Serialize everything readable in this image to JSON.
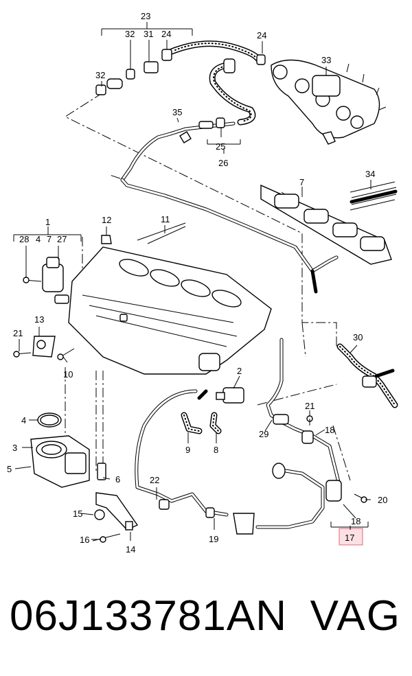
{
  "diagram": {
    "callouts": {
      "c1": "1",
      "c2": "2",
      "c3": "3",
      "c4": "4",
      "c4b": "4",
      "c5": "5",
      "c6": "6",
      "c7a": "7",
      "c7b": "7",
      "c8": "8",
      "c9": "9",
      "c10": "10",
      "c11": "11",
      "c12": "12",
      "c13": "13",
      "c14": "14",
      "c15": "15",
      "c16": "16",
      "c17": "17",
      "c18a": "18",
      "c18b": "18",
      "c19": "19",
      "c20": "20",
      "c21a": "21",
      "c21b": "21",
      "c22": "22",
      "c23": "23",
      "c24a": "24",
      "c24b": "24",
      "c25": "25",
      "c26": "26",
      "c27": "27",
      "c28": "28",
      "c29": "29",
      "c30": "30",
      "c31": "31",
      "c32a": "32",
      "c32b": "32",
      "c33": "33",
      "c34": "34",
      "c35": "35"
    },
    "highlighted_part": "17",
    "highlight_color": "#fde0e4"
  },
  "footer": {
    "part_number": "06J133781AN",
    "brand": "VAG"
  }
}
